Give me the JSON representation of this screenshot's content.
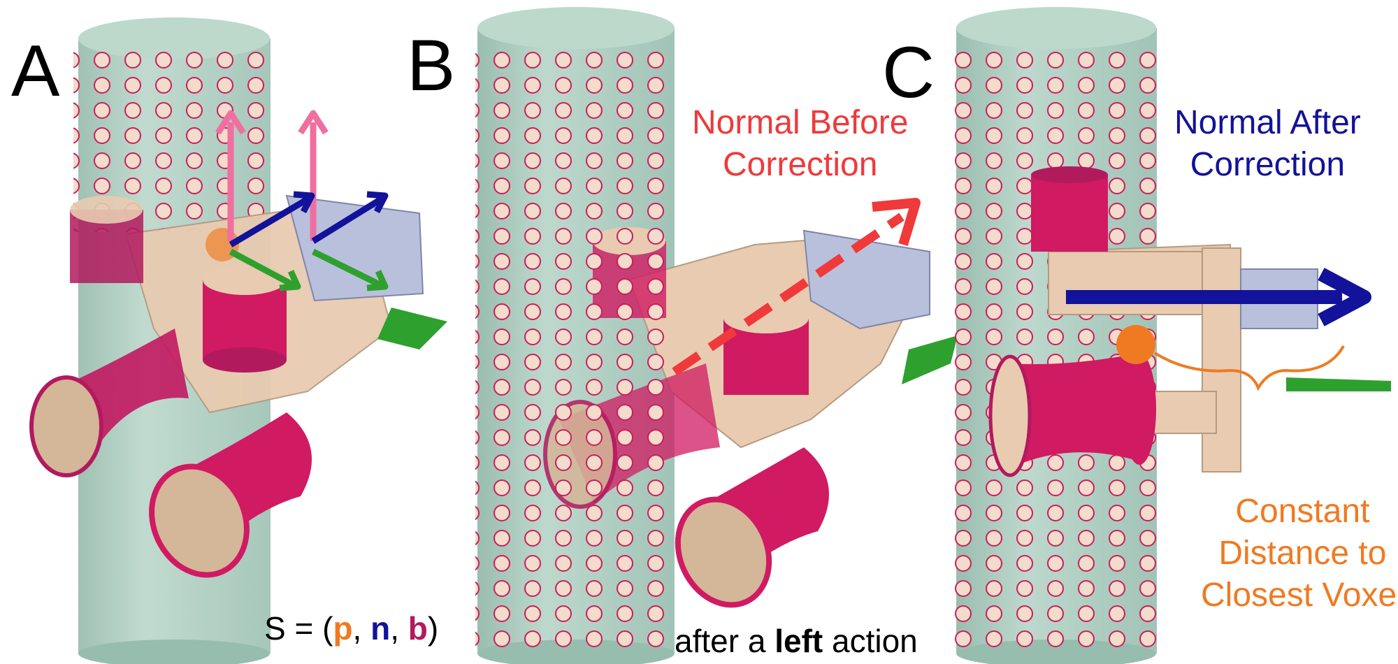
{
  "panels": [
    {
      "letter": "A"
    },
    {
      "letter": "B"
    },
    {
      "letter": "C"
    }
  ],
  "annotations": {
    "normal_before": {
      "line1": "Normal Before",
      "line2": "Correction",
      "color": "#f0393a"
    },
    "normal_after": {
      "line1": "Normal After",
      "line2": "Correction",
      "color": "#12129a"
    },
    "constant_distance": {
      "line1": "Constant",
      "line2": "Distance to",
      "line3": "Closest Voxel",
      "color": "#f07a22"
    }
  },
  "state_formula": {
    "prefix": "S = (",
    "p": "p",
    "sep1": ", ",
    "n": "n",
    "sep2": ", ",
    "b": "b",
    "suffix": ")"
  },
  "caption_b": {
    "pre": "after a ",
    "bold": "left",
    "post": " action"
  },
  "colors": {
    "cylinder": "#a9cbbd",
    "voxel_fill": "#f3dccb",
    "voxel_stroke": "#c81e5a",
    "wheel": "#d01a62",
    "body": "#e8cbb0",
    "motor": "#b9c0db",
    "pcb": "#2ea02e",
    "axis_binormal": "#f06fa0",
    "axis_normal": "#12129a",
    "axis_tangent": "#2ea02e",
    "contact_point": "#f07a22"
  }
}
